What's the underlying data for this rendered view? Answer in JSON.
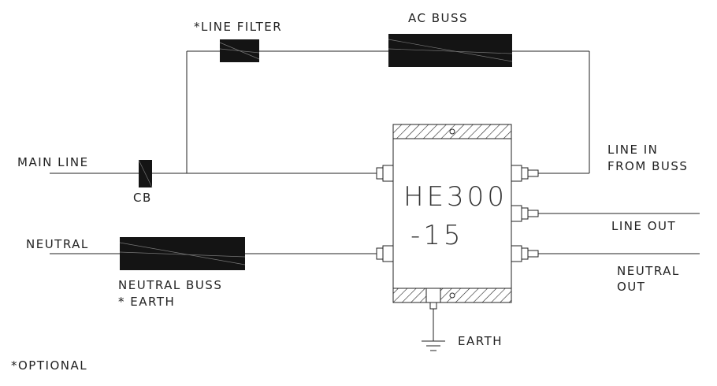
{
  "colors": {
    "ink": "#222222",
    "block_fill": "#141414",
    "background": "#ffffff"
  },
  "labels": {
    "line_filter": "*LINE FILTER",
    "ac_buss": "AC BUSS",
    "main_line": "MAIN LINE",
    "cb": "CB",
    "neutral": "NEUTRAL",
    "neutral_buss": "NEUTRAL BUSS",
    "neutral_buss_earth": "* EARTH",
    "device_model": "HE300",
    "device_rating": "-15",
    "line_in_1": "LINE IN",
    "line_in_2": "FROM BUSS",
    "line_out": "LINE OUT",
    "neutral_out_1": "NEUTRAL",
    "neutral_out_2": "OUT",
    "earth": "EARTH",
    "optional_note": "*OPTIONAL"
  }
}
